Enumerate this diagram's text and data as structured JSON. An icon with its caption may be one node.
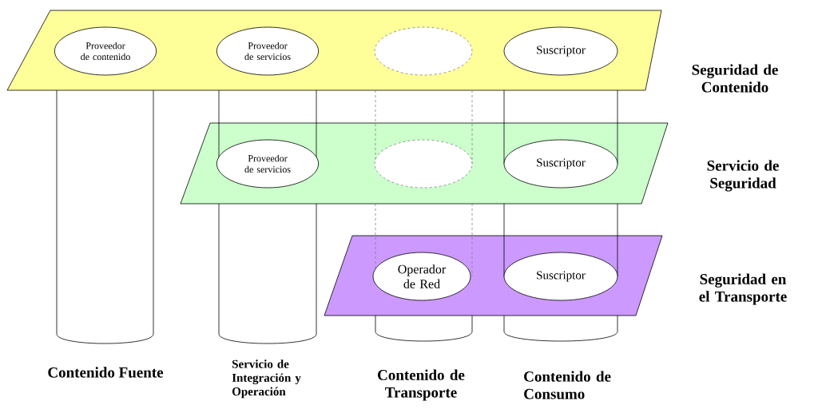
{
  "diagram": {
    "nodes": [
      {
        "text": [
          "Seguridad de Contenido"
        ]
      },
      {
        "text": [
          "Proveedor de contenido"
        ],
        "in": 0
      },
      {
        "text": [
          "Proveedor de servicios"
        ],
        "in": 0
      },
      {
        "text": [],
        "shape": "ellipse",
        "in": 0
      },
      {
        "text": [
          "Suscriptor"
        ],
        "in": 0
      },
      {
        "text": [
          "Servicio de Seguridad"
        ]
      },
      {
        "text": [
          "Proveedor de servicios"
        ]
      },
      {
        "text": [],
        "shape": "ellipse"
      },
      {
        "text": [
          "Suscriptor"
        ]
      },
      {
        "text": [
          "Seguridad en el Transporte"
        ]
      },
      {
        "text": [
          "Operador de Red"
        ]
      },
      {
        "text": [
          "Suscriptor"
        ]
      },
      {
        "text": [
          "Contenido Fuente"
        ]
      },
      {
        "text": [
          "Servicio de Integración y Operación"
        ]
      },
      {
        "text": [
          "Contenido de Transporte"
        ]
      },
      {
        "text": [
          "Contenido de Consumo"
        ]
      }
    ]
  }
}
